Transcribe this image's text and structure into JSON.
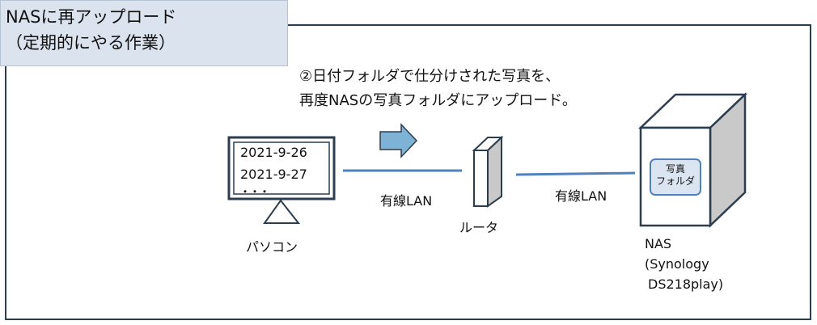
{
  "title": {
    "line1": "NASに再アップロード",
    "line2": "（定期的にやる作業）"
  },
  "description": {
    "line1": "②日付フォルダで仕分けされた写真を、",
    "line2": "再度NASの写真フォルダにアップロード。"
  },
  "pc": {
    "folders": [
      "2021-9-26",
      "2021-9-27"
    ],
    "ellipsis": "・・・",
    "label": "パソコン"
  },
  "links": {
    "left_label": "有線LAN",
    "right_label": "有線LAN"
  },
  "router": {
    "label": "ルータ"
  },
  "nas": {
    "folder_line1": "写真",
    "folder_line2": "フォルダ",
    "label_line1": "NAS",
    "label_line2": "(Synology",
    "label_line3": "DS218play)"
  },
  "colors": {
    "frame": "#2b3d4f",
    "title_bg": "#dbe3ee",
    "line": "#4f81bd",
    "arrow": "#7fb3d5",
    "nas_side": "#c9c9c9"
  }
}
